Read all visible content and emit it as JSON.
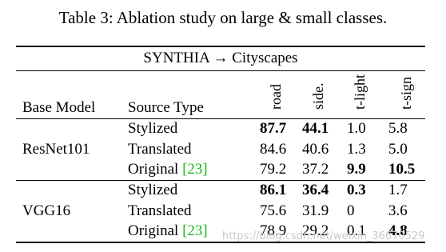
{
  "caption": "Table 3: Ablation study on large & small classes.",
  "table": {
    "span_header": "SYNTHIA → Cityscapes",
    "headers": {
      "base_model": "Base Model",
      "source_type": "Source Type",
      "road": "road",
      "side": "side.",
      "tlight": "t-light",
      "tsign": "t-sign"
    },
    "groups": [
      {
        "model": "ResNet101",
        "rows": [
          {
            "source": "Stylized",
            "cite": "",
            "road": "87.7",
            "side": "44.1",
            "tlight": "1.0",
            "tsign": "5.8",
            "bold": [
              "road",
              "side"
            ]
          },
          {
            "source": "Translated",
            "cite": "",
            "road": "84.6",
            "side": "40.6",
            "tlight": "1.3",
            "tsign": "5.0",
            "bold": []
          },
          {
            "source": "Original",
            "cite": "[23]",
            "road": "79.2",
            "side": "37.2",
            "tlight": "9.9",
            "tsign": "10.5",
            "bold": [
              "tlight",
              "tsign"
            ]
          }
        ]
      },
      {
        "model": "VGG16",
        "rows": [
          {
            "source": "Stylized",
            "cite": "",
            "road": "86.1",
            "side": "36.4",
            "tlight": "0.3",
            "tsign": "1.7",
            "bold": [
              "road",
              "side",
              "tlight"
            ]
          },
          {
            "source": "Translated",
            "cite": "",
            "road": "75.6",
            "side": "31.9",
            "tlight": "0",
            "tsign": "3.6",
            "bold": []
          },
          {
            "source": "Original",
            "cite": "[23]",
            "road": "78.9",
            "side": "29.2",
            "tlight": "0.1",
            "tsign": "4.8",
            "bold": [
              "tsign"
            ]
          }
        ]
      }
    ]
  },
  "watermark": "https://blog.csdn.net/weixin_36670529"
}
